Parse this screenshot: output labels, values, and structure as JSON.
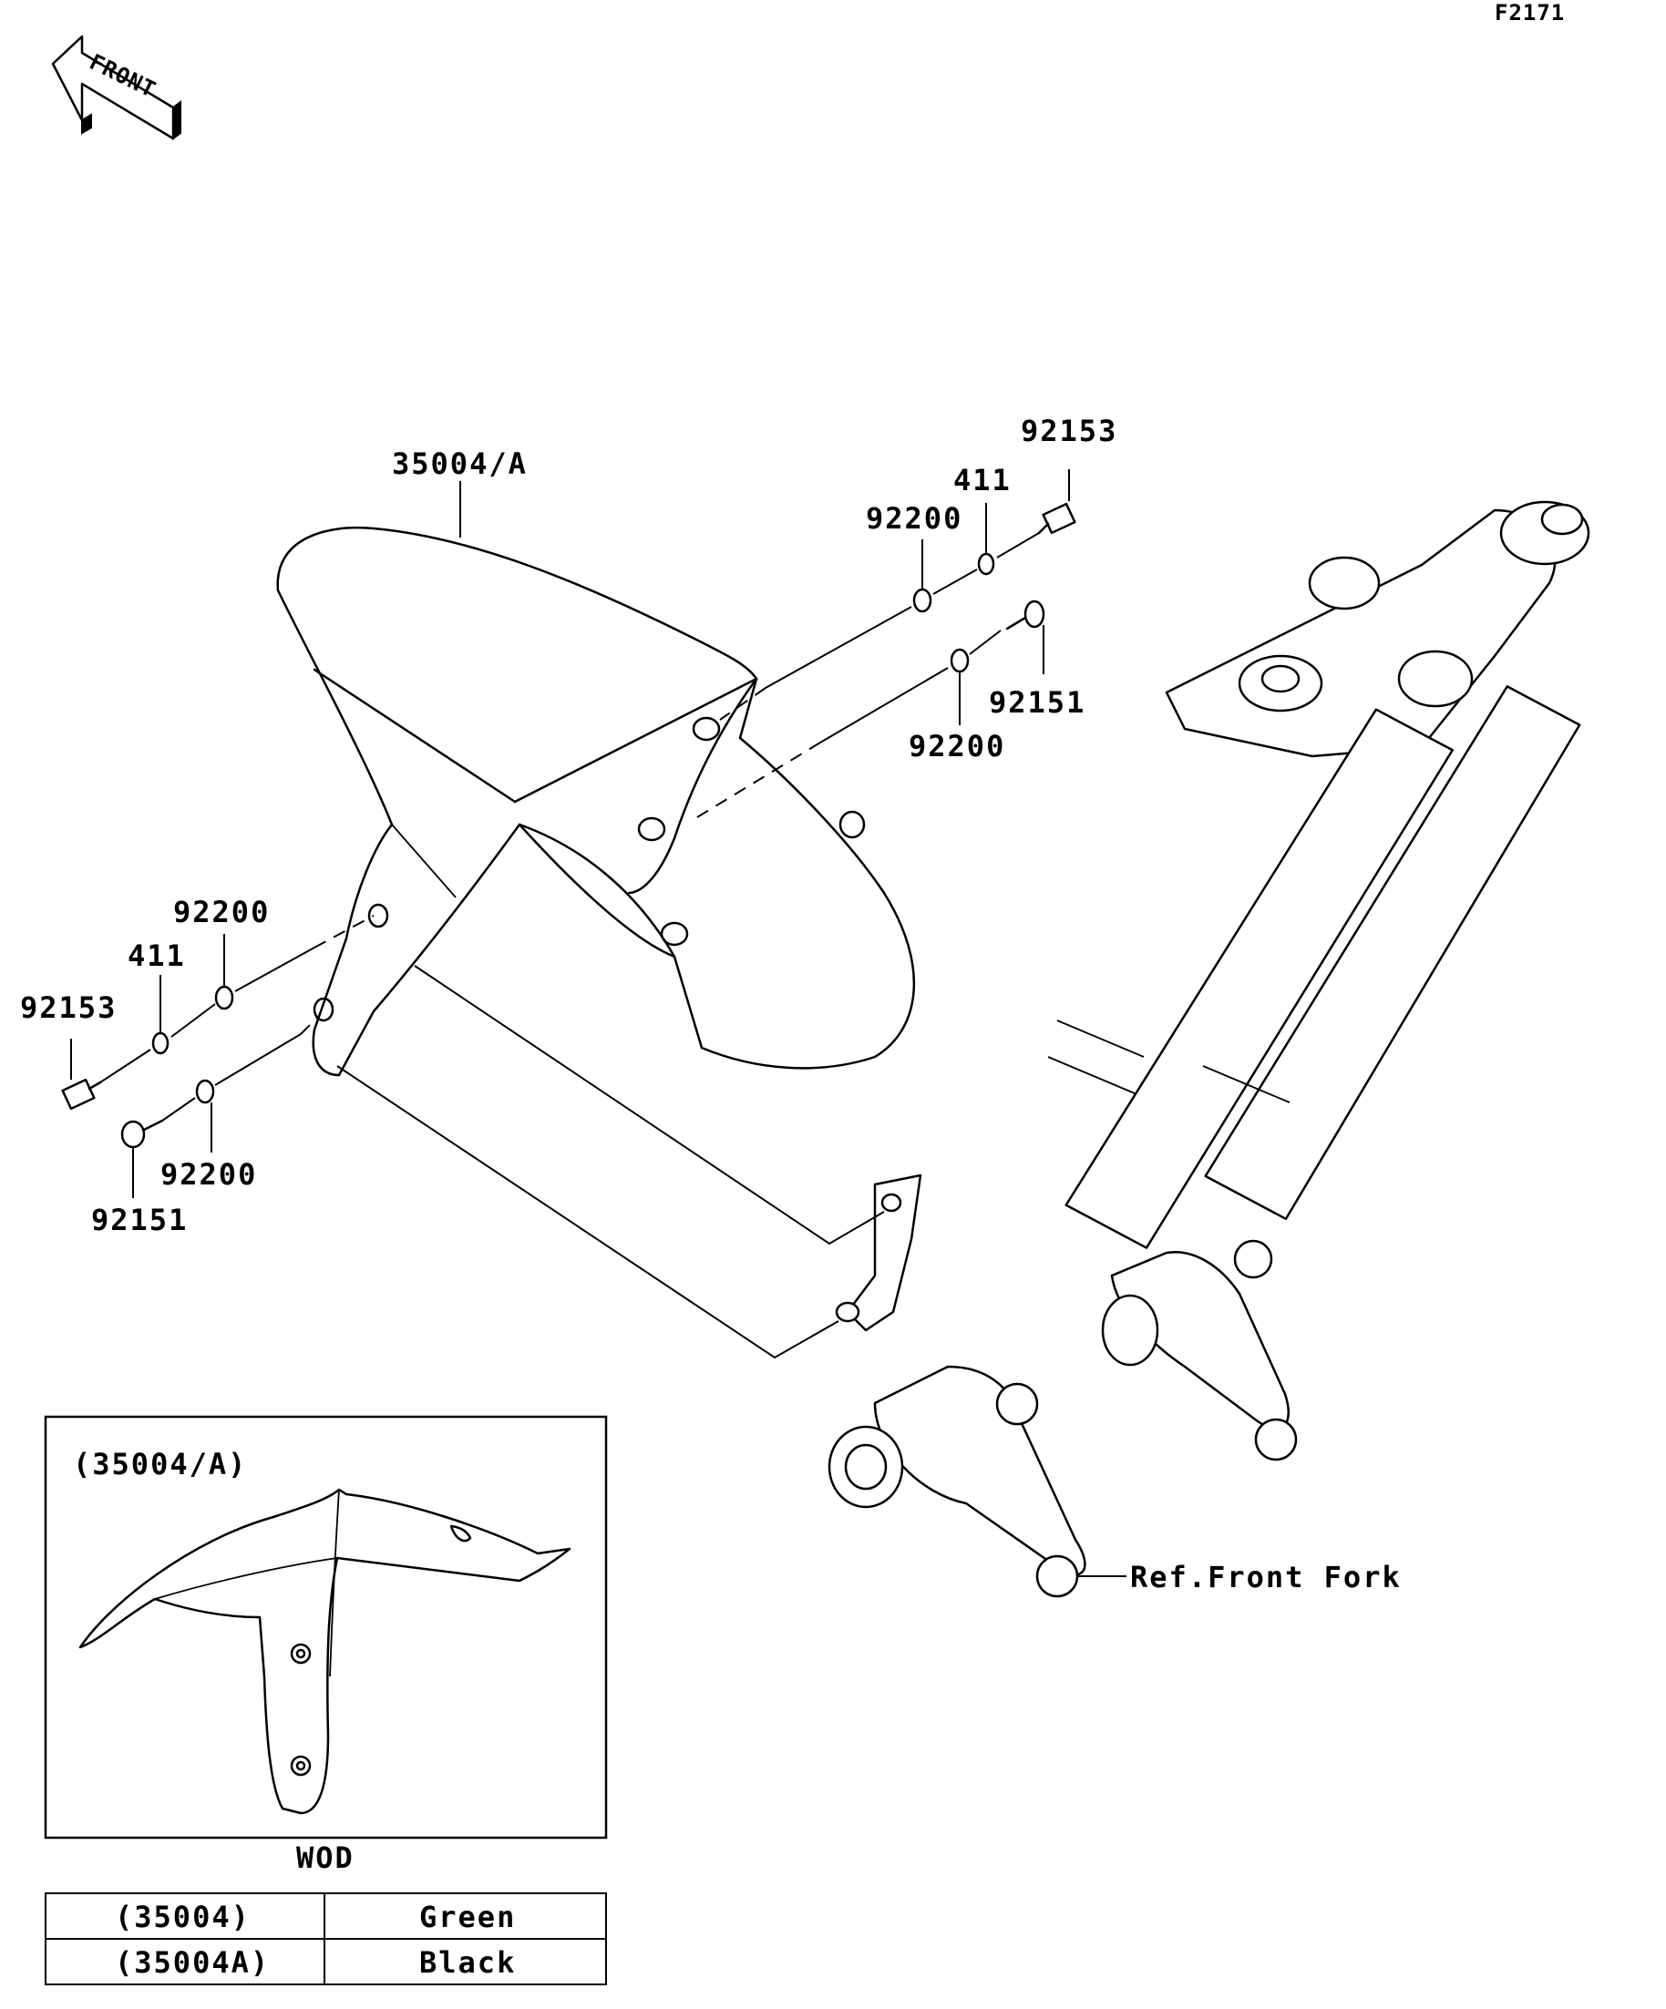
{
  "figure_code": "F2171",
  "front_arrow_label": "FRONT",
  "callouts": {
    "fender_part": "35004/A",
    "top_bolt": "92153",
    "top_collar": "411",
    "top_washer_upper": "92200",
    "top_screw": "92151",
    "top_washer_lower": "92200",
    "left_washer_upper": "92200",
    "left_collar": "411",
    "left_bolt": "92153",
    "left_washer_lower": "92200",
    "left_screw": "92151",
    "fork_reference": "Ref.Front Fork"
  },
  "inset": {
    "title": "(35004/A)",
    "caption": "WOD"
  },
  "color_table": {
    "rows": [
      {
        "part": "(35004)",
        "color": "Green"
      },
      {
        "part": "(35004A)",
        "color": "Black"
      }
    ]
  }
}
